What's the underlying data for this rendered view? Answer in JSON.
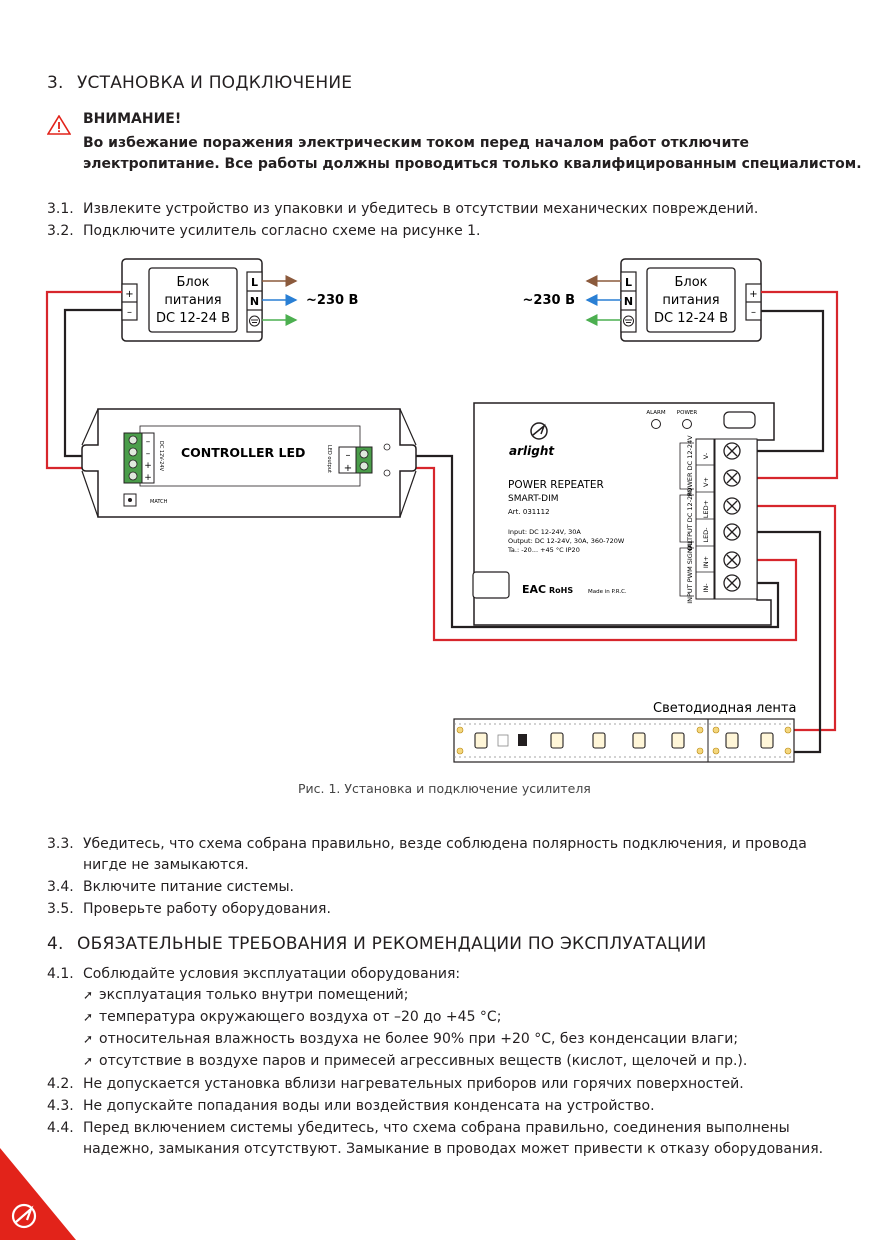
{
  "section3": {
    "number": "3.",
    "title": "УСТАНОВКА И ПОДКЛЮЧЕНИЕ",
    "warning_title": "ВНИМАНИЕ!",
    "warning_line1": "Во избежание поражения электрическим током перед началом работ отключите",
    "warning_line2": "электропитание. Все работы должны проводиться только квалифицированным специалистом.",
    "steps_a": [
      {
        "n": "3.1.",
        "text": "Извлеките устройство из упаковки и убедитесь в отсутствии механических повреждений."
      },
      {
        "n": "3.2.",
        "text": "Подключите усилитель согласно схеме на рисунке 1."
      }
    ],
    "steps_b": [
      {
        "n": "3.3.",
        "line1": "Убедитесь, что схема собрана правильно, везде соблюдена полярность подключения, и провода",
        "line2": "нигде не замыкаются."
      },
      {
        "n": "3.4.",
        "line1": "Включите питание системы."
      },
      {
        "n": "3.5.",
        "line1": "Проверьте работу оборудования."
      }
    ]
  },
  "diagram": {
    "psu_left": {
      "line1": "Блок",
      "line2": "питания",
      "line3": "DC 12-24 В",
      "plus": "+",
      "minus": "–",
      "term_l": "L",
      "term_n": "N",
      "voltage": "~230 В"
    },
    "psu_right": {
      "line1": "Блок",
      "line2": "питания",
      "line3": "DC 12-24 В",
      "plus": "+",
      "minus": "–",
      "term_l": "L",
      "term_n": "N",
      "voltage": "~230 В"
    },
    "controller": {
      "label": "CONTROLLER LED",
      "side_text": "DC 12V-24V",
      "output_text": "LED output",
      "match": "MATCH"
    },
    "repeater": {
      "brand": "arlight",
      "alarm": "ALARM",
      "power": "POWER",
      "title": "POWER REPEATER",
      "model": "SMART-DIM",
      "art": "Art. 031112",
      "spec1": "Input: DC 12-24V, 30A",
      "spec2": "Output: DC 12-24V, 30A, 360-720W",
      "spec3": "Ta.: -20... +45 °C   IP20",
      "eac": "EAC",
      "rohs": "RoHS",
      "made": "Made in P.R.C.",
      "group_power": "POWER DC 12-24V",
      "group_output": "OUTPUT DC 12-24V",
      "group_input": "INPUT PWM SIGNAL",
      "terms": [
        "V-",
        "V+",
        "LED+",
        "LED-",
        "IN+",
        "IN-"
      ]
    },
    "strip_label": "Светодиодная лента",
    "caption": "Рис. 1. Установка и подключение усилителя"
  },
  "section4": {
    "number": "4.",
    "title": "ОБЯЗАТЕЛЬНЫЕ ТРЕБОВАНИЯ И РЕКОМЕНДАЦИИ ПО ЭКСПЛУАТАЦИИ",
    "item1": {
      "n": "4.1.",
      "text": "Соблюдайте условия эксплуатации оборудования:"
    },
    "bullets": [
      "эксплуатация только внутри помещений;",
      "температура окружающего воздуха от –20 до +45 °C;",
      "относительная влажность воздуха не более 90% при +20 °C, без конденсации влаги;",
      "отсутствие в воздухе паров и примесей агрессивных веществ (кислот, щелочей и пр.)."
    ],
    "bullet_mark": "➚",
    "item2": {
      "n": "4.2.",
      "text": "Не допускается установка вблизи нагревательных приборов или горячих поверхностей."
    },
    "item3": {
      "n": "4.3.",
      "text": "Не допускайте попадания воды или воздействия конденсата на устройство."
    },
    "item4": {
      "n": "4.4.",
      "line1": "Перед включением системы убедитесь, что схема собрана правильно, соединения выполнены",
      "line2": "надежно, замыкания отсутствуют. Замыкание в проводах может привести к отказу оборудования."
    }
  },
  "colors": {
    "red_wire": "#d7262c",
    "black_wire": "#231f20",
    "brown": "#8b5a3c",
    "blue": "#2a7fd4",
    "green": "#4caf50",
    "brand_red": "#e2231a"
  }
}
